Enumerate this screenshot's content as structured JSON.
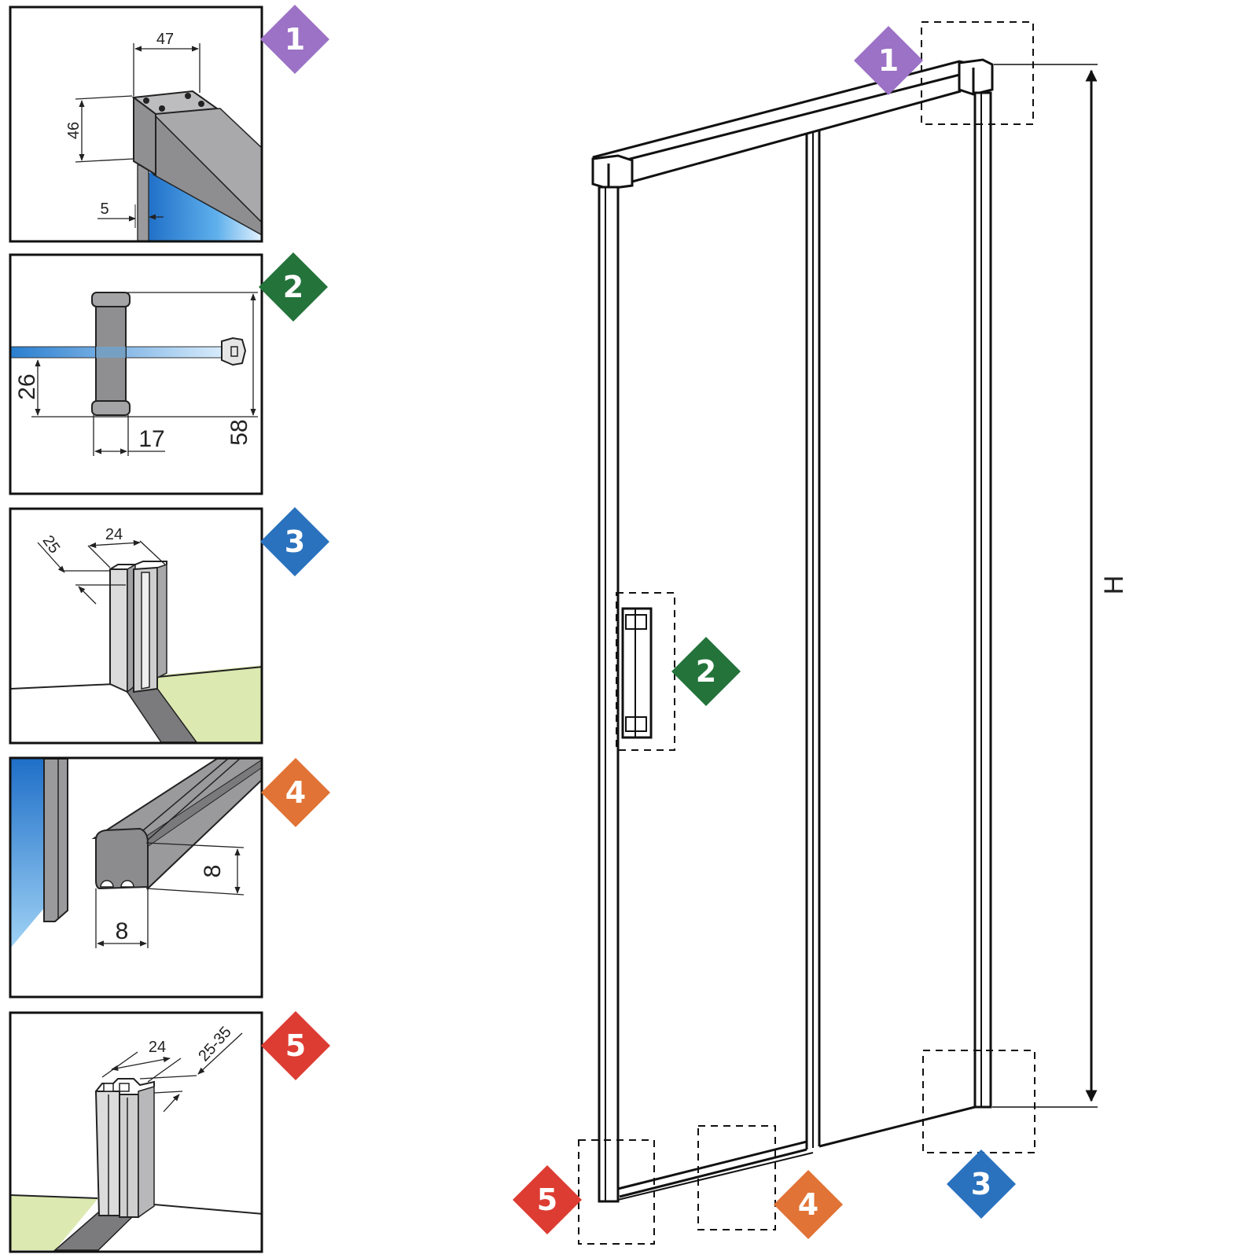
{
  "colors": {
    "purple": "#9b72c6",
    "green": "#23733a",
    "blue": "#2a72be",
    "orange": "#e07335",
    "red": "#dd3c32",
    "profile_gray": "#a9a9ab",
    "glass_blue": "#3b8fd8",
    "floor_green": "#dce9b0"
  },
  "badges": {
    "b1": "1",
    "b2": "2",
    "b3": "3",
    "b4": "4",
    "b5": "5"
  },
  "panel1": {
    "width": "47",
    "height": "46",
    "gap": "5"
  },
  "panel2": {
    "offset": "26",
    "depth": "17",
    "height": "58"
  },
  "panel3": {
    "depth": "25",
    "width": "24"
  },
  "panel4": {
    "height": "8",
    "width": "8"
  },
  "panel5": {
    "width": "24",
    "range": "25-35"
  },
  "main": {
    "height_label": "H"
  }
}
